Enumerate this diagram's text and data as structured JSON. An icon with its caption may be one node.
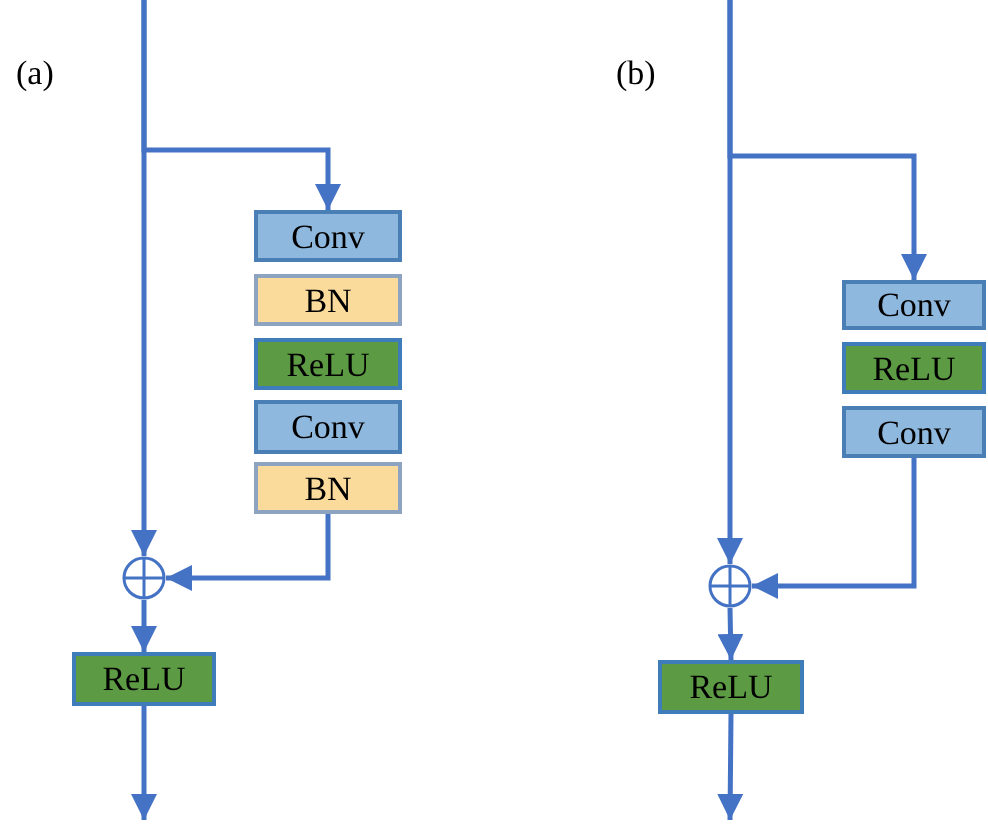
{
  "diagram": {
    "nodes": [
      {
        "text": [
          "Conv"
        ]
      },
      {
        "text": [
          "BN"
        ]
      },
      {
        "text": [
          "ReLU"
        ]
      },
      {
        "text": [
          "Conv"
        ]
      },
      {
        "text": [
          "BN"
        ]
      },
      {
        "text": [],
        "shape": "circle"
      },
      {
        "text": [
          "ReLU"
        ]
      },
      {
        "text": [
          "Conv"
        ]
      },
      {
        "text": [
          "ReLU"
        ]
      },
      {
        "text": [
          "Conv"
        ]
      },
      {
        "text": [],
        "shape": "circle"
      },
      {
        "text": [
          "ReLU"
        ]
      }
    ],
    "edges": [
      {
        "from": null,
        "to": 5,
        "arrow": "to"
      },
      {
        "from": null,
        "to": 0,
        "arrow": "to"
      },
      {
        "from": 4,
        "to": 5,
        "arrow": "to"
      },
      {
        "from": 5,
        "to": 6,
        "arrow": "to"
      },
      {
        "from": 6,
        "to": null,
        "arrow": "to"
      },
      {
        "from": null,
        "to": 10,
        "arrow": "to"
      },
      {
        "from": null,
        "to": 7,
        "arrow": "to"
      },
      {
        "from": 9,
        "to": 10,
        "arrow": "to"
      },
      {
        "from": 10,
        "to": 11,
        "arrow": "to"
      },
      {
        "from": 11,
        "to": null,
        "arrow": "to"
      }
    ],
    "labels": [
      "(a)",
      "(b)"
    ]
  }
}
